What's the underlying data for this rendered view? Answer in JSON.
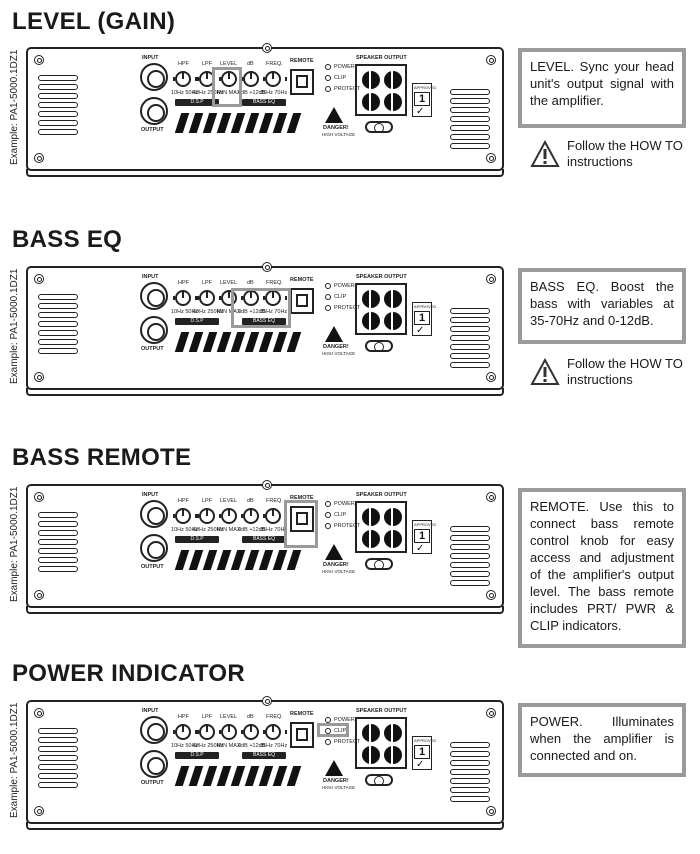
{
  "sections": [
    {
      "title": "LEVEL (GAIN)",
      "side_label": "Example: PA1-5000.1DZ1",
      "info": "LEVEL. Sync your head unit's output signal with the amplifier.",
      "follow": "Follow the HOW TO instructions"
    },
    {
      "title": "BASS EQ",
      "side_label": "Example: PA1-5000.1DZ1",
      "info": "BASS EQ. Boost the bass with variables at 35-70Hz and 0-12dB.",
      "follow": "Follow the HOW TO instructions"
    },
    {
      "title": "BASS REMOTE",
      "side_label": "Example: PA1-5000.1DZ1",
      "info": "REMOTE. Use this to connect bass remote control knob for easy access and adjustment of the amplifier's output level. The bass remote includes PRT/ PWR & CLIP indicators."
    },
    {
      "title": "POWER INDICATOR",
      "side_label": "Example: PA1-5000.1DZ1",
      "info": "POWER. Illuminates when the amplifier is connected and on."
    }
  ],
  "panel": {
    "input": "INPUT",
    "output": "OUTPUT",
    "hpf": "HPF",
    "lpf": "LPF",
    "level": "LEVEL",
    "db": "dB",
    "freq": "FREQ.",
    "remote": "REMOTE",
    "speaker_output": "SPEAKER OUTPUT",
    "power": "POWER",
    "clip": "CLIP",
    "protect": "PROTECT",
    "danger": "DANGER!",
    "high_voltage": "HIGH VOLTAGE",
    "bass_eq": "BASS EQ",
    "dsp": "D.S.P",
    "approved": "APPROVED",
    "approved_num": "1",
    "hpf_ticks": "10Hz 50Hz",
    "lpf_ticks": "60Hz 250Hz",
    "level_ticks": "MIN MAX",
    "db_ticks": "0dB +12dB",
    "freq_ticks": "35Hz 70Hz"
  }
}
